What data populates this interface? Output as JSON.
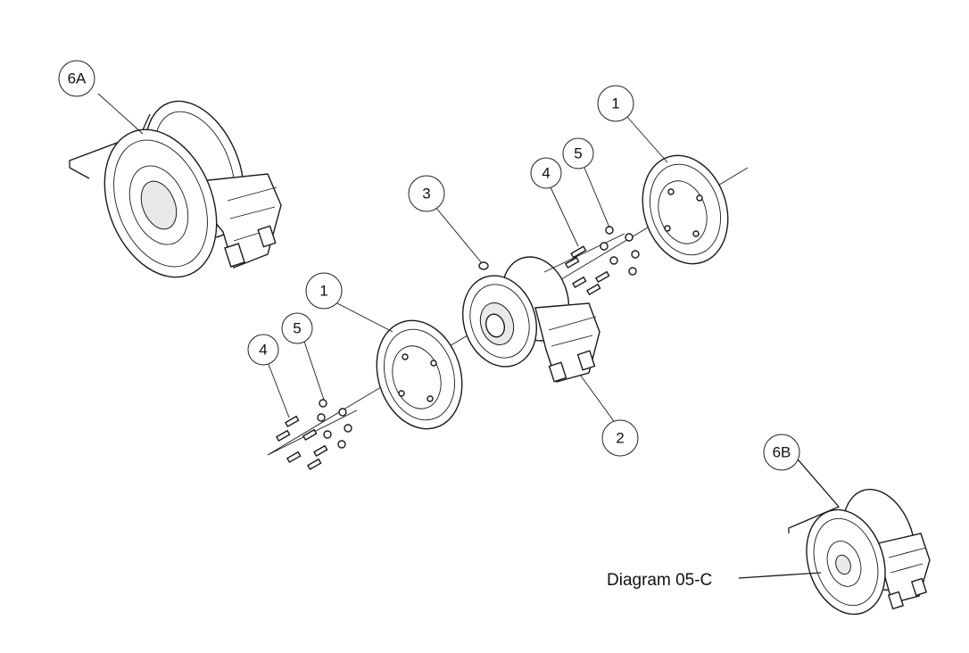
{
  "callouts": {
    "c6a": "6A",
    "c1_top": "1",
    "c5_top": "5",
    "c4_top": "4",
    "c3": "3",
    "c1_left": "1",
    "c5_left": "5",
    "c4_left": "4",
    "c2": "2",
    "c6b": "6B"
  },
  "reference": "Diagram 05-C"
}
